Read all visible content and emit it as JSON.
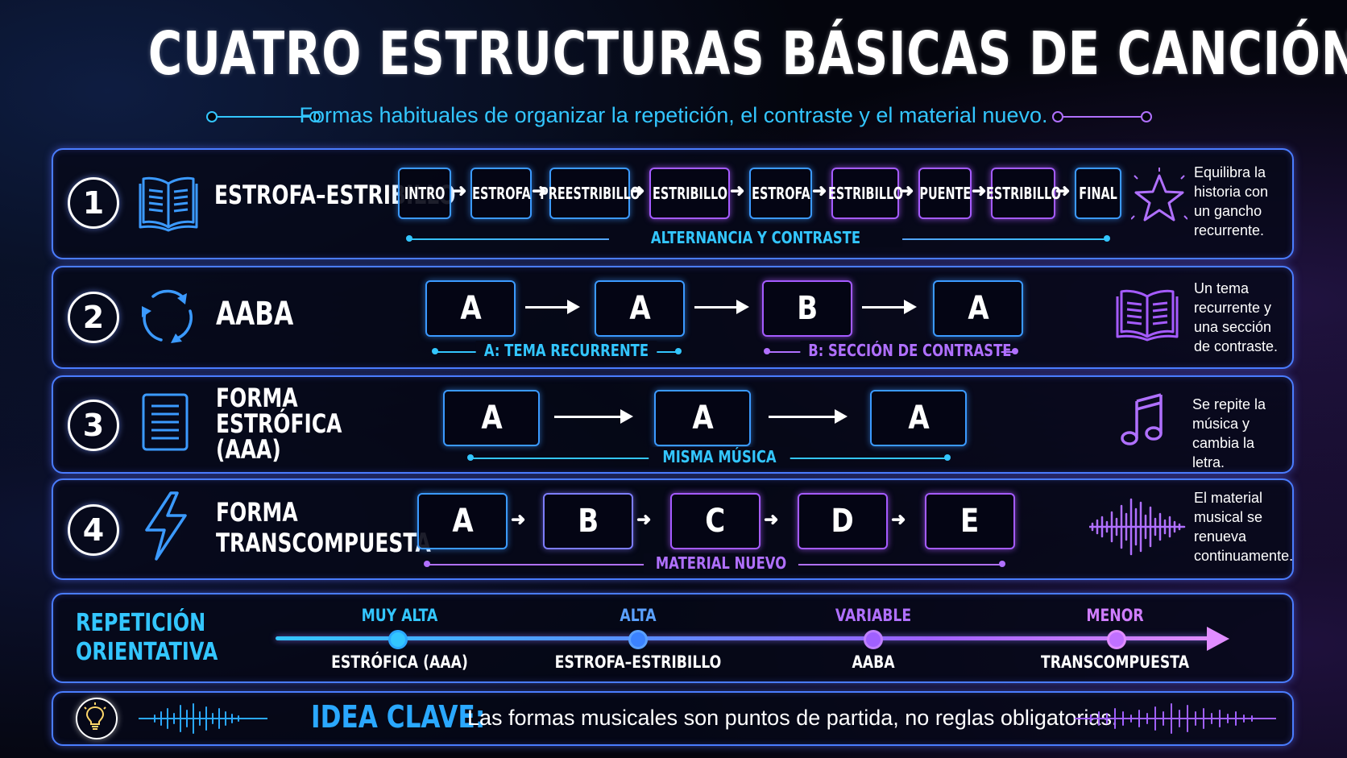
{
  "header": {
    "title": "CUATRO ESTRUCTURAS BÁSICAS DE CANCIÓN",
    "subtitle": "Formas habituales de organizar la repetición, el contraste y el material nuevo."
  },
  "rows": [
    {
      "number": "1",
      "name": "ESTROFA–ESTRIBILLO",
      "icon": "open-book-icon",
      "sections": [
        "INTRO",
        "ESTROFA",
        "PREESTRIBILLO",
        "ESTRIBILLO",
        "ESTROFA",
        "ESTRIBILLO",
        "PUENTE",
        "ESTRIBILLO",
        "FINAL"
      ],
      "bar_label": "ALTERNANCIA Y CONTRASTE",
      "side_icon": "star-icon",
      "description": "Equilibra la historia con un gancho recurrente."
    },
    {
      "number": "2",
      "name": "AABA",
      "icon": "cycle-arrows-icon",
      "sections": [
        "A",
        "A",
        "B",
        "A"
      ],
      "bar_label_a": "A: TEMA RECURRENTE",
      "bar_label_b": "B: SECCIÓN DE CONTRASTE",
      "side_icon": "open-book-icon",
      "description": "Un tema recurrente y una sección de contraste."
    },
    {
      "number": "3",
      "name": "FORMA ESTRÓFICA (AAA)",
      "name_lines": [
        "FORMA",
        "ESTRÓFICA",
        "(AAA)"
      ],
      "icon": "document-lines-icon",
      "sections": [
        "A",
        "A",
        "A"
      ],
      "bar_label": "MISMA MÚSICA",
      "side_icon": "music-note-icon",
      "description": "Se repite la música y cambia la letra."
    },
    {
      "number": "4",
      "name": "FORMA TRANSCOMPUESTA",
      "name_lines": [
        "FORMA",
        "TRANSCOMPUESTA"
      ],
      "icon": "lightning-bolt-icon",
      "sections": [
        "A",
        "B",
        "C",
        "D",
        "E"
      ],
      "bar_label": "MATERIAL NUEVO",
      "side_icon": "sound-wave-icon",
      "description": "El material musical se renueva continuamente."
    }
  ],
  "repetition": {
    "title_lines": [
      "REPETICIÓN",
      "ORIENTATIVA"
    ],
    "levels": [
      {
        "level": "MUY ALTA",
        "form": "ESTRÓFICA (AAA)",
        "color": "#33c6ff"
      },
      {
        "level": "ALTA",
        "form": "ESTROFA–ESTRIBILLO",
        "color": "#5aa0ff"
      },
      {
        "level": "VARIABLE",
        "form": "AABA",
        "color": "#b070ff"
      },
      {
        "level": "MENOR",
        "form": "TRANSCOMPUESTA",
        "color": "#d07dff"
      }
    ]
  },
  "key_idea": {
    "icon": "lightbulb-icon",
    "label": "IDEA CLAVE:",
    "text": "Las formas musicales son puntos de partida, no reglas obligatorias."
  },
  "colors": {
    "blue": "#3b9aff",
    "cyan": "#33c6ff",
    "purple": "#a55bff",
    "background": "#04050d"
  }
}
